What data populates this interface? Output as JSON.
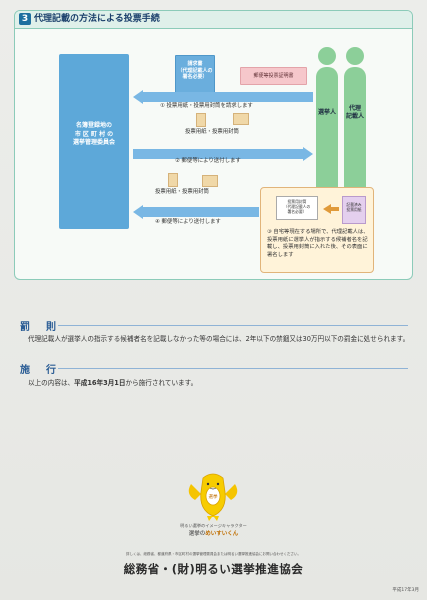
{
  "section3": {
    "number": "3",
    "title": "代理記載の方法による投票手続",
    "committee": [
      "名簿登録地の",
      "市 区 町 村 の",
      "選挙管理委員会"
    ],
    "request_card": [
      "請求書",
      "（代理記載人の",
      "署名必要）"
    ],
    "certificate_card": "郵便等投票証明書",
    "voter_label": "選挙人",
    "proxy_label": [
      "代理",
      "記載人"
    ],
    "arrows": {
      "step1": "① 投票用紙・投票用封筒を請求します",
      "doc2": "投票用紙・投票用封筒",
      "step2": "② 郵便等により送付します",
      "doc4": "投票用紙・投票用封筒",
      "step4": "④ 郵便等により送付します"
    },
    "note": {
      "envelope": [
        "投票用封筒",
        "（代理記載人の",
        "署名必要）"
      ],
      "filled": [
        "記載済み",
        "投票用紙"
      ],
      "step3": "③ 自宅等現在する場所で、代理記載人は、投票用紙に選挙人が指示する候補者名を記載し、投票用封筒に入れた後、その表面に署名します"
    }
  },
  "penalty": {
    "heading": "罰　則",
    "text": "代理記載人が選挙人の指示する候補者名を記載しなかった等の場合には、2年以下の禁錮又は30万円以下の罰金に処せられます。"
  },
  "enforcement": {
    "heading": "施　行",
    "text_pre": "以上の内容は、",
    "text_bold": "平成16年3月1日",
    "text_post": "から施行されています。"
  },
  "mascot": {
    "badge": "選挙",
    "caption": "明るい選挙のイメージキャラクター",
    "name_pre": "選挙の",
    "name_bold": "めいすいくん"
  },
  "footer": {
    "small": "詳しくは、総務省、都道府県・市区町村の選挙管理委員会または明るい選挙推進協会にお問い合わせください。",
    "publisher": "総務省・(財)明るい選挙推進協会",
    "code": "平成17年3月"
  }
}
